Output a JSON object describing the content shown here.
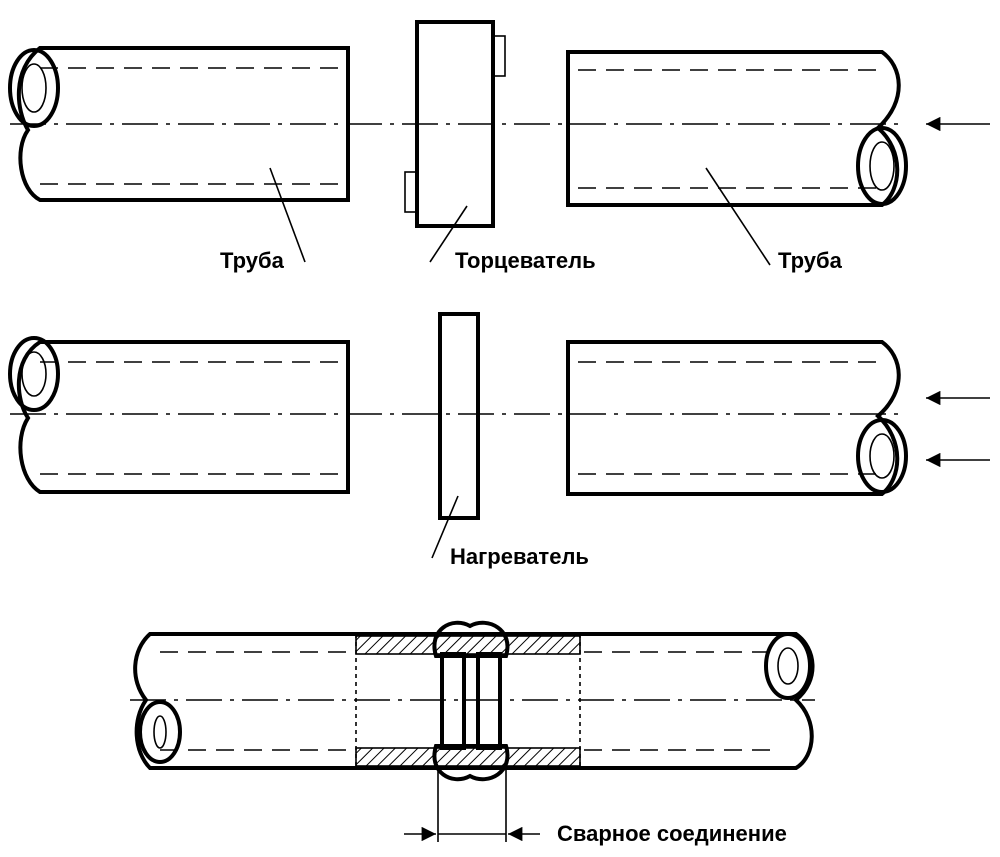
{
  "labels": {
    "pipe_left": "Труба",
    "trimmer": "Торцеватель",
    "pipe_right": "Труба",
    "heater": "Нагреватель",
    "weld_joint": "Сварное соединение"
  }
}
